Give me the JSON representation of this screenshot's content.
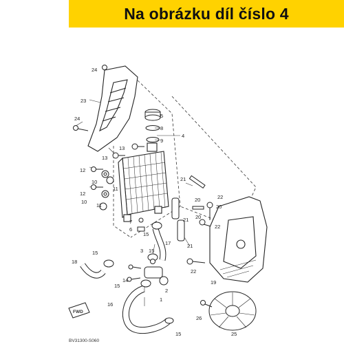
{
  "banner": {
    "text": "Na obrázku díl číslo 4",
    "color": "#FFD200"
  },
  "diagram_code": "BV31300-S060",
  "fwd_label": "FWD",
  "callouts": {
    "c24a": "24",
    "c23": "23",
    "c24b": "24",
    "c5": "5",
    "c8": "8",
    "c9": "9",
    "c4": "4",
    "c13a": "13",
    "c13b": "13",
    "c12a": "12",
    "c10a": "10",
    "c11a": "11",
    "c12b": "12",
    "c10b": "10",
    "c11b": "11",
    "c21a": "21",
    "c20a": "20",
    "c22a": "22",
    "c20b": "20",
    "c21b": "21",
    "c20c": "20",
    "c22b": "22",
    "c7": "7",
    "c6": "6",
    "c15a": "15",
    "c17": "17",
    "c21c": "21",
    "c3": "3",
    "c15b": "15",
    "c18": "18",
    "c15c": "15",
    "c14": "14",
    "c15d": "15",
    "c2": "2",
    "c1": "1",
    "c22c": "22",
    "c19": "19",
    "c16": "16",
    "c26": "26",
    "c15e": "15",
    "c25": "25"
  }
}
